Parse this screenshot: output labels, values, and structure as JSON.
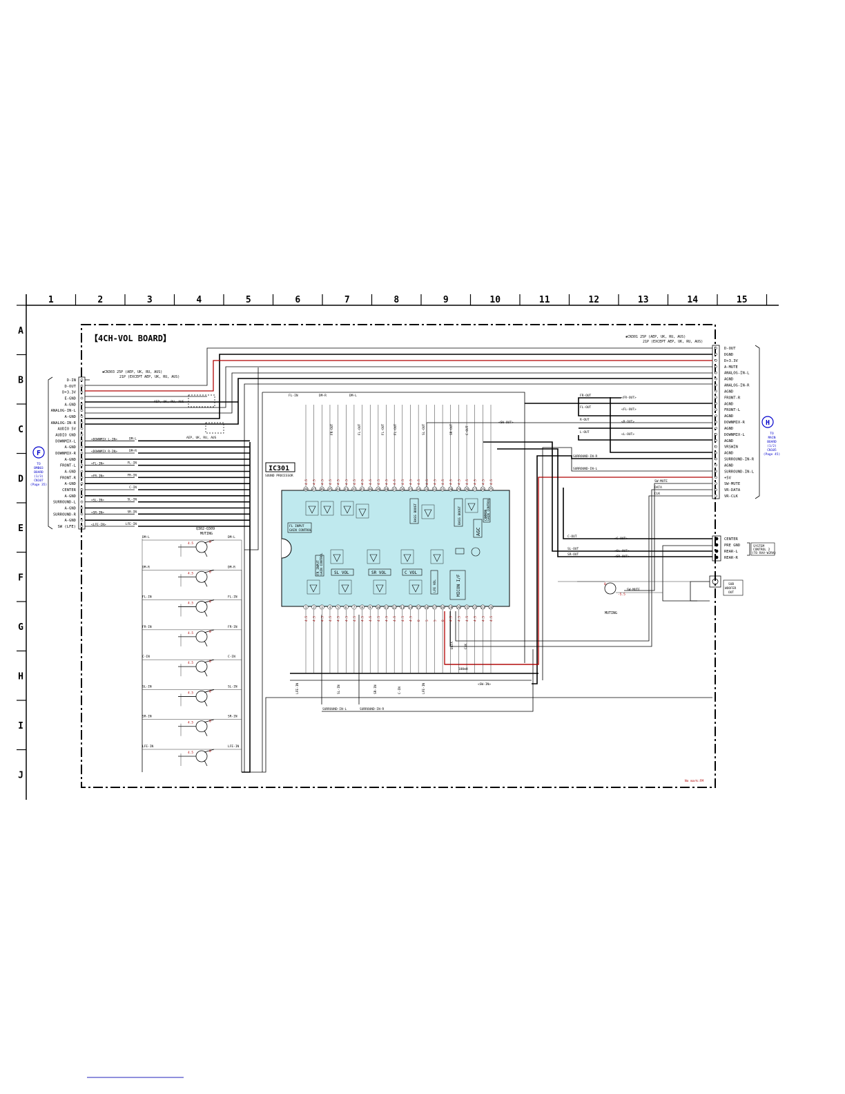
{
  "board_title": "【4CH-VOL BOARD】",
  "columns": [
    "1",
    "2",
    "3",
    "4",
    "5",
    "6",
    "7",
    "8",
    "9",
    "10",
    "11",
    "12",
    "13",
    "14",
    "15"
  ],
  "rows": [
    "A",
    "B",
    "C",
    "D",
    "E",
    "F",
    "G",
    "H",
    "I",
    "J"
  ],
  "cn303_note": [
    "✱CN303  25P (AEP, UK, RU, AUS)",
    "21P (EXCEPT AEP, UK, RU, AUS)"
  ],
  "cn301_note": [
    "✱CN301  25P (AEP, UK, RU, AUS)",
    "21P (EXCEPT AEP, UK, RU, AUS)"
  ],
  "region_note_1": "AEP, UK, RU, AUS",
  "region_note_2": "AEP, UK, RU, AUS",
  "left_connector": {
    "badge": "F",
    "note": [
      "TO",
      "BMB03",
      "BOARD",
      "(1/3)",
      "CN107",
      "(Page 35)"
    ],
    "pins": [
      "D-IN",
      "D-OUT",
      "D+3.3V",
      "E-GND",
      "A-GND",
      "ANALOG-IN-L",
      "A-GND",
      "ANALOG-IN-R",
      "AUDIO 5V",
      "AUDIO GND",
      "DOWNMIX-L",
      "A-GND",
      "DOWNMIX-R",
      "A-GND",
      "FRONT-L",
      "A-GND",
      "FRONT-R",
      "A-GND",
      "CENTER",
      "A-GND",
      "SURROUND-L",
      "A-GND",
      "SURROUND-R",
      "A-GND",
      "SW (LFE)"
    ]
  },
  "right_connector": {
    "badge": "H",
    "note": [
      "TO",
      "MAIN",
      "BOARD",
      "(1/2)",
      "CN105",
      "(Page 45)"
    ],
    "pins": [
      "D-OUT",
      "DGND",
      "D+3.3V",
      "A-MUTE",
      "ANALOG-IN-L",
      "AGND",
      "ANALOG-IN-R",
      "AGND",
      "FRONT-R",
      "AGND",
      "FRONT-L",
      "AGND",
      "DOWNMIX-R",
      "AGND",
      "DOWNMIX-L",
      "AGND",
      "VRSWIN",
      "AGND",
      "SURROUND-IN-R",
      "AGND",
      "SURROUND-IN-L",
      "+5V",
      "SW-MUTE",
      "VR-DATA",
      "VR-CLK"
    ]
  },
  "output_jack": {
    "pins": [
      "CENTER",
      "PRE GND",
      "REAR-L",
      "REAR-R"
    ],
    "note": [
      "SYSTEM",
      "CONTROL 2",
      "(TO RAV-W2RA)"
    ]
  },
  "sub_woofer": [
    "SUB",
    "WOOFER",
    "OUT"
  ],
  "ic": {
    "ref": "IC301",
    "desc": "SOUND PROCESSOR",
    "blocks": [
      "BASS BOOST",
      "BASS BOOST",
      "AGC",
      "SL VOL",
      "SR VOL",
      "C VOL",
      "LFE VOL",
      "MICON I/F"
    ],
    "input_note": [
      "FL INPUT",
      "GAIN CONTROL"
    ],
    "fr_note": [
      "FR INPUT",
      "GAIN CONTROL"
    ],
    "agc_note": [
      "COMMON",
      "GAIN CONTROL"
    ],
    "top_pins": [
      "48",
      "47",
      "46",
      "45",
      "44",
      "43",
      "42",
      "41",
      "40",
      "39",
      "38",
      "37",
      "36",
      "35",
      "34",
      "33",
      "32",
      "31",
      "30",
      "29",
      "28",
      "27",
      "26",
      "25"
    ],
    "bottom_pins": [
      "1",
      "2",
      "3",
      "4",
      "5",
      "6",
      "7",
      "8",
      "9",
      "10",
      "11",
      "12",
      "13",
      "14",
      "15",
      "16",
      "17",
      "18",
      "19",
      "20",
      "21",
      "22",
      "23",
      "24"
    ],
    "top_voltages": [
      "4.5",
      "4.5",
      "4.5",
      "4.5",
      "4.5",
      "4.5",
      "4.5",
      "4.5",
      "4.5",
      "4.5",
      "4.5",
      "4.5",
      "4.5",
      "4.5",
      "4.5",
      "4.5",
      "4.5",
      "4.5",
      "4.5",
      "4.5",
      "4.5",
      "4.5",
      "4.5",
      "4.5"
    ],
    "bottom_voltages": [
      "4.5",
      "4.5",
      "4.5",
      "4.5",
      "4.5",
      "4.5",
      "4.5",
      "4.5",
      "4.5",
      "4.5",
      "4.5",
      "4.5",
      "4.5",
      "4.5",
      "0",
      "5",
      "5",
      "0",
      "4.5",
      "4.5",
      "4.5",
      "4.5",
      "4.5",
      "4.5"
    ]
  },
  "muting_block": {
    "title": [
      "Q302-Q309",
      "MUTING"
    ],
    "channels": [
      "DM-L",
      "DM-R",
      "FL-IN",
      "FR-IN",
      "C-IN",
      "SL-IN",
      "SR-IN",
      "LFE-IN"
    ],
    "base_voltage": "4.5",
    "collector_voltage": "0"
  },
  "sw_muting": {
    "label": "MUTING",
    "signal": "SW-MUTE",
    "v1": "0",
    "v2": "-5.5"
  },
  "signals": {
    "left_in": [
      "DOWNMIX L-IN",
      "DOWNMIX R-IN",
      "FL-IN",
      "FR-IN",
      "SL-IN",
      "SR-IN",
      "LFE-IN"
    ],
    "left_in_labels": [
      "DM-L",
      "DM-R",
      "FL-IN",
      "FR-IN",
      "C-IN",
      "SL-IN",
      "SR-IN",
      "LFE-IN"
    ],
    "top_bus": [
      "FL-IN",
      "DM-R",
      "DM-L"
    ],
    "ic_top": [
      "FR-OUT",
      "FL-OUT",
      "SL-OUT",
      "SR-OUT",
      "C-OUT"
    ],
    "sw_out": "SW-OUT",
    "right_out": [
      "FR-OUT",
      "FL-OUT",
      "R-OUT",
      "L-OUT"
    ],
    "surround": [
      "SURROUND-IN-R",
      "SURROUND-IN-L"
    ],
    "control": [
      "SW-MUTE",
      "DATA",
      "CLK"
    ],
    "rear_out": [
      "C-OUT",
      "SL-OUT",
      "SR-OUT"
    ],
    "ic_bottom": [
      "LFE-IN",
      "SL-IN",
      "SR-IN",
      "C-IN",
      "LFE-IN",
      "DATA",
      "CLK"
    ],
    "sw_in": "SW-IN",
    "bottom_bus": [
      "SURROUND-IN-L",
      "SURROUND-IN-R"
    ],
    "res_value": "100mH"
  },
  "footer_note": "No mark:FM"
}
